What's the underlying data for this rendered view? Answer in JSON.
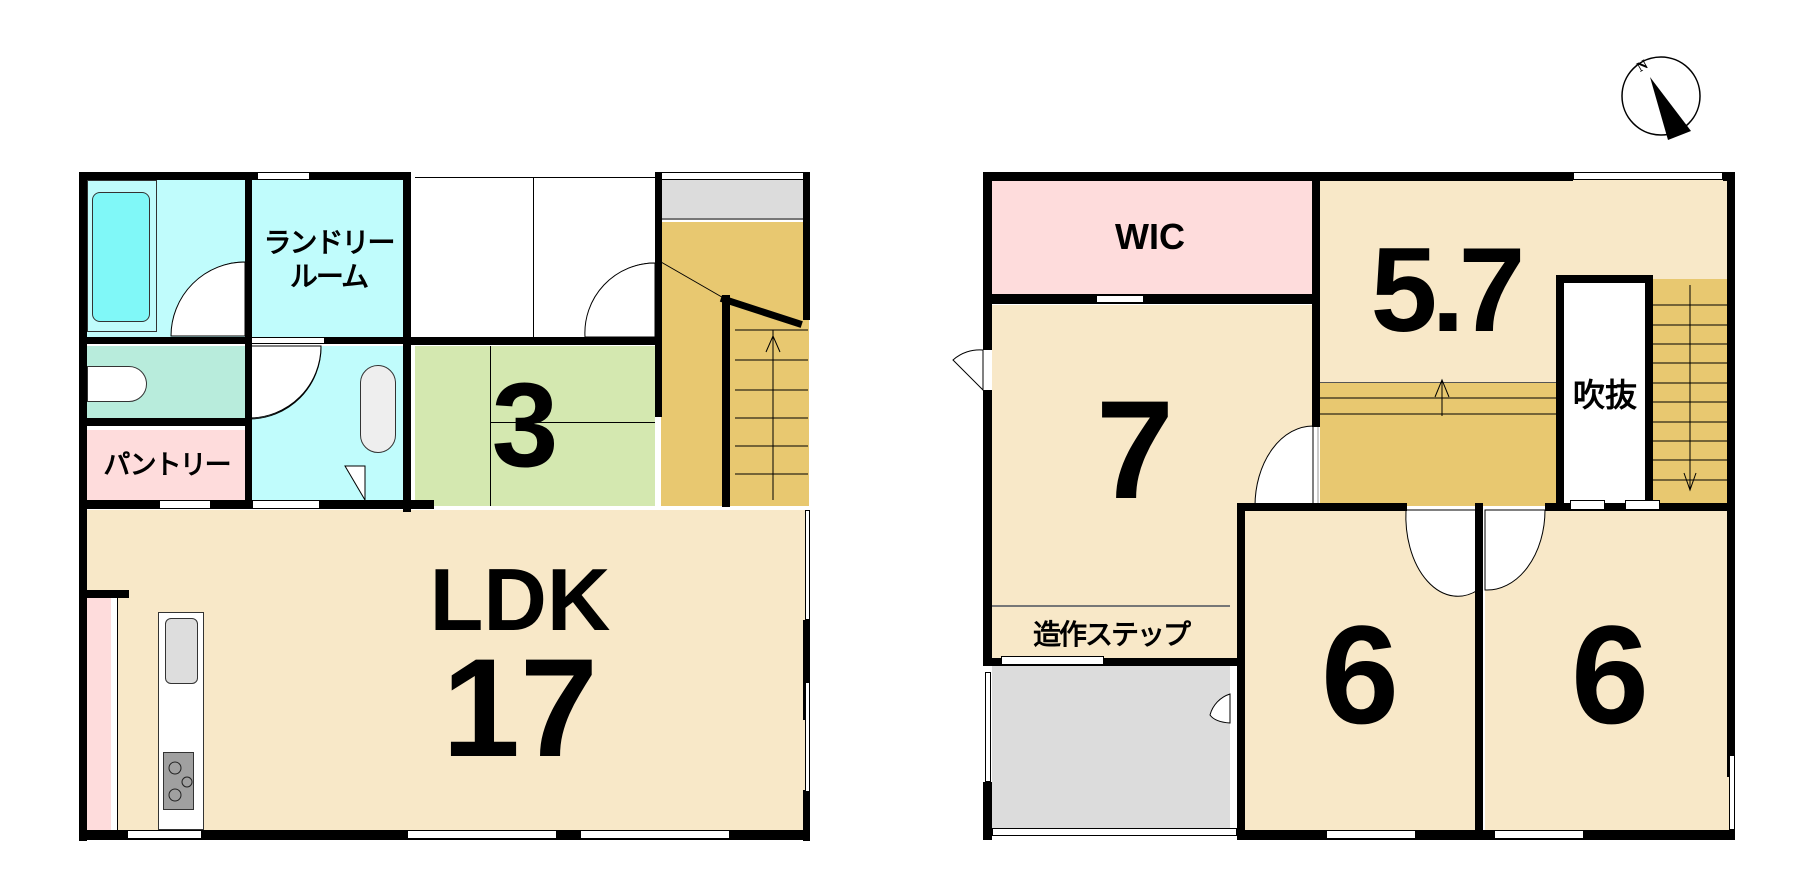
{
  "compass": {
    "letter": "N",
    "icon": "north-arrow-icon"
  },
  "floor1": {
    "rooms": {
      "bath": {
        "label": ""
      },
      "laundry": {
        "label_line1": "ランドリー",
        "label_line2": "ルーム"
      },
      "toilet": {
        "label": ""
      },
      "pantry": {
        "label": "パントリー"
      },
      "washroom": {
        "label": ""
      },
      "tatami": {
        "label": "3"
      },
      "ldk": {
        "label": "LDK",
        "size": "17"
      },
      "entrance": {
        "label": ""
      },
      "stairs": {
        "label": ""
      }
    }
  },
  "floor2": {
    "rooms": {
      "wic": {
        "label": "WIC"
      },
      "hall": {
        "label": "5.7"
      },
      "void": {
        "label": "吹抜"
      },
      "bedroom_west": {
        "label": "7"
      },
      "step": {
        "label": "造作ステップ"
      },
      "balcony": {
        "label": ""
      },
      "bedroom_center": {
        "label": "6"
      },
      "bedroom_east": {
        "label": "6"
      }
    }
  },
  "colors": {
    "wall": "#000000",
    "ldk": "#F8E8C8",
    "wet": "#C0FCFC",
    "bathtub": "#80F8F8",
    "toilet": "#B8ECDC",
    "pantry": "#FEDCDC",
    "tatami": "#D4E8B0",
    "stairs": "#E8C870",
    "balcony": "#DCDCDC",
    "wic": "#FEDCDC"
  }
}
